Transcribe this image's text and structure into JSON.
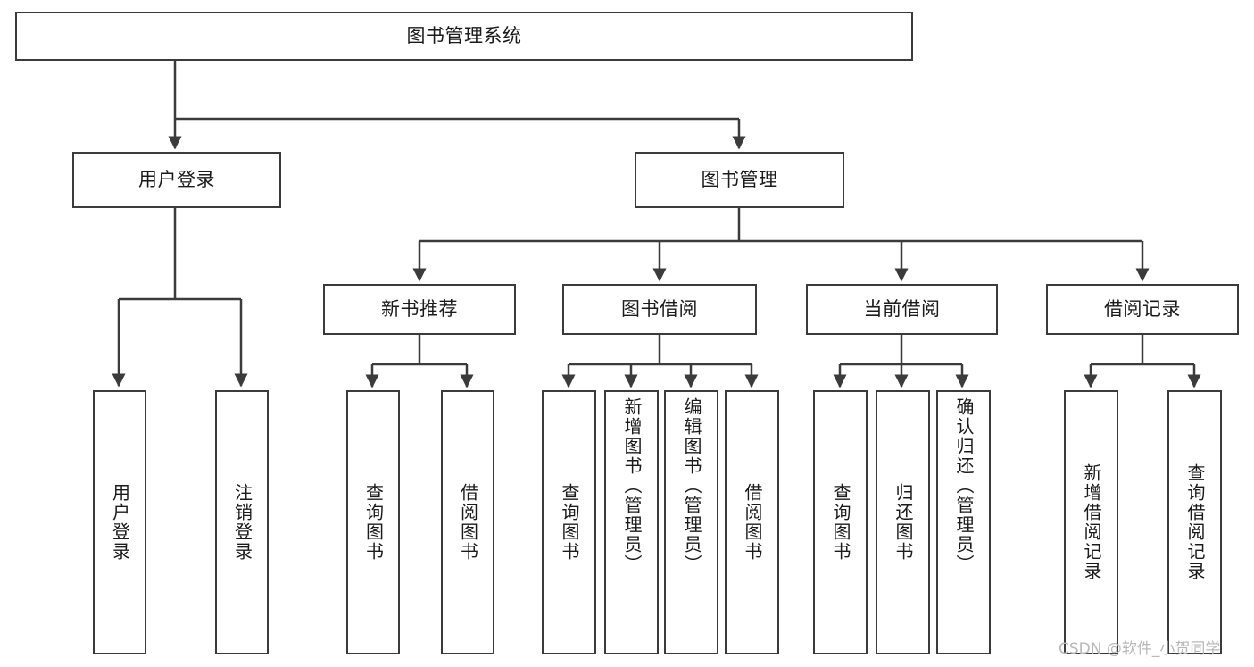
{
  "diagram": {
    "title": "图书管理系统",
    "type": "功能结构图",
    "watermark": "CSDN @软件_小贺同学",
    "colors": {
      "box_border": "#3b3b3b",
      "connector": "#3b3b3b",
      "background": "#ffffff",
      "text": "#1b1b1b",
      "watermark": "#b9b9b9"
    }
  },
  "nodes": {
    "root": {
      "label": "图书管理系统"
    },
    "level1": [
      {
        "label": "用户登录"
      },
      {
        "label": "图书管理"
      }
    ],
    "level2": [
      {
        "label": "新书推荐"
      },
      {
        "label": "图书借阅"
      },
      {
        "label": "当前借阅"
      },
      {
        "label": "借阅记录"
      }
    ],
    "leaves": {
      "user_login": [
        {
          "label": "用户登录"
        },
        {
          "label": "注销登录"
        }
      ],
      "new_book_recommend": [
        {
          "label": "查询图书"
        },
        {
          "label": "借阅图书"
        }
      ],
      "book_borrow": [
        {
          "label": "查询图书"
        },
        {
          "label": "新增图书（管理员）"
        },
        {
          "label": "编辑图书（管理员）"
        },
        {
          "label": "借阅图书"
        }
      ],
      "current_borrow": [
        {
          "label": "查询图书"
        },
        {
          "label": "归还图书"
        },
        {
          "label": "确认归还（管理员）"
        }
      ],
      "borrow_record": [
        {
          "label": "新增借阅记录"
        },
        {
          "label": "查询借阅记录"
        }
      ]
    }
  }
}
